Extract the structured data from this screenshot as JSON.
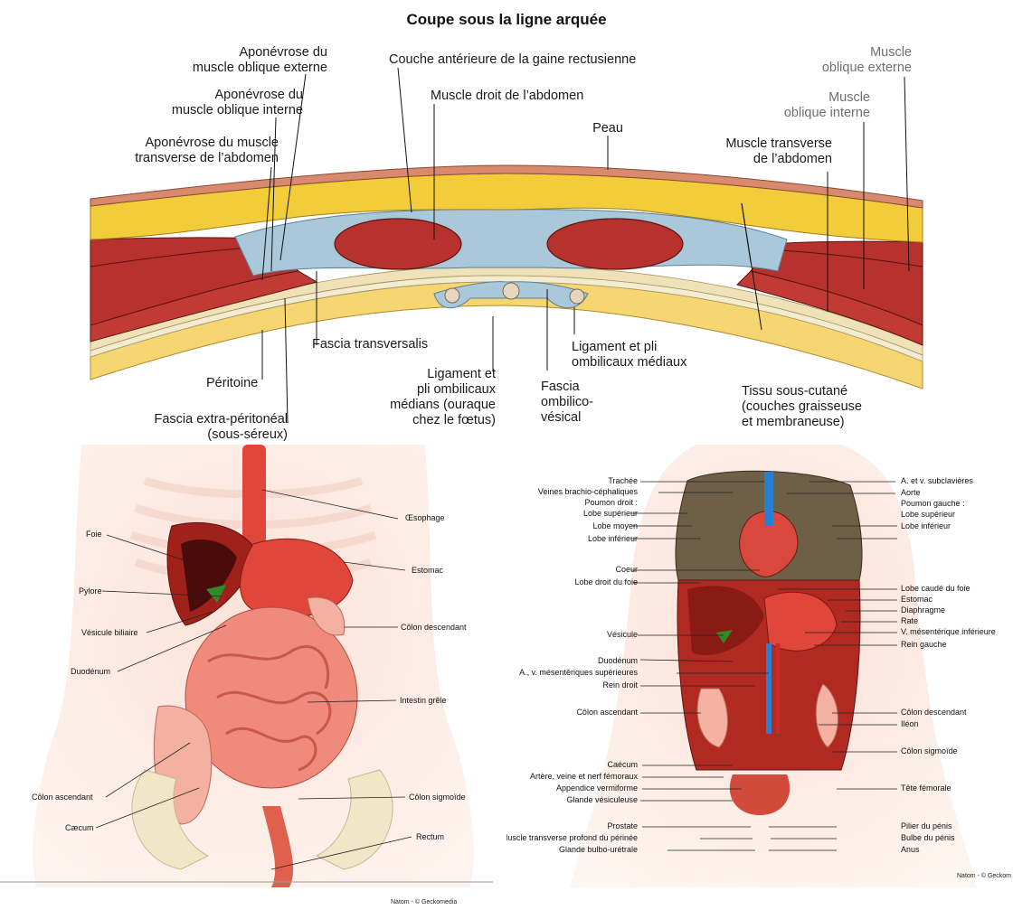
{
  "top": {
    "title": "Coupe sous la ligne arquée",
    "labels": {
      "apon_oblique_externe": [
        "Aponévrose du",
        "muscle oblique externe"
      ],
      "apon_oblique_interne": [
        "Aponévrose du",
        "muscle oblique interne"
      ],
      "apon_transverse": [
        "Aponévrose du muscle",
        "transverse de l’abdomen"
      ],
      "couche_anterieure": "Couche antérieure de la gaine rectusienne",
      "muscle_droit": "Muscle droit de l’abdomen",
      "peau": "Peau",
      "muscle_oblique_externe": [
        "Muscle",
        "oblique externe"
      ],
      "muscle_oblique_interne": [
        "Muscle",
        "oblique interne"
      ],
      "muscle_transverse": [
        "Muscle transverse",
        "de l’abdomen"
      ],
      "fascia_transversalis": "Fascia transversalis",
      "peritoine": "Péritoine",
      "fascia_extra": [
        "Fascia extra-péritonéal",
        "(sous-séreux)"
      ],
      "ligament_medians": [
        "Ligament et",
        "pli ombilicaux",
        "médians (ouraque",
        "chez le fœtus)"
      ],
      "fascia_ombilico": [
        "Fascia",
        "ombilico-",
        "vésical"
      ],
      "ligament_mediaux": [
        "Ligament et pli",
        "ombilicaux médiaux"
      ],
      "tissu_sous_cutane": [
        "Tissu sous-cutané",
        "(couches graisseuse",
        "et membraneuse)"
      ]
    },
    "colors": {
      "muscle": "#b8322d",
      "fat": "#f2cc3a",
      "fascia": "#a9c8da",
      "skin": "#d98a6e"
    }
  },
  "left": {
    "labels": {
      "oesophage": "Œsophage",
      "foie": "Foie",
      "estomac": "Estomac",
      "pylore": "Pylore",
      "vesicule": "Vésicule biliaire",
      "colon_descendant": "Côlon descendant",
      "duodenum": "Duodénum",
      "intestin": "Intestin grêle",
      "colon_ascendant": "Côlon ascendant",
      "colon_sigmoide": "Côlon sigmoïde",
      "caecum": "Cæcum",
      "rectum": "Rectum"
    },
    "credit": "Natom - © Geckomedia"
  },
  "right": {
    "left_labels": [
      "Trachée",
      "Veines brachio-céphaliques",
      "Poumon droit :",
      "Lobe supérieur",
      "Lobe moyen",
      "Lobe inférieur",
      "Coeur",
      "Lobe droit du foie",
      "Vésicule",
      "Duodénum",
      "A., v. mésentériques supérieures",
      "Rein droit",
      "Côlon ascendant",
      "Caécum",
      "Artère, veine et nerf fémoraux",
      "Appendice vermiforme",
      "Glande vésiculeuse",
      "Prostate",
      "Muscle transverse profond du périnée",
      "Glande bulbo-urétrale"
    ],
    "right_labels": [
      "A. et v. subclavières",
      "Aorte",
      "Poumon gauche :",
      "Lobe supérieur",
      "Lobe inférieur",
      "Lobe caudé du foie",
      "Estomac",
      "Diaphragme",
      "Rate",
      "V. mésentérique inférieure",
      "Rein gauche",
      "Côlon descendant",
      "Iléon",
      "Côlon sigmoïde",
      "Tête fémorale",
      "Pilier du pénis",
      "Bulbe du pénis",
      "Anus"
    ],
    "credit": "Natom - © Geckom"
  }
}
